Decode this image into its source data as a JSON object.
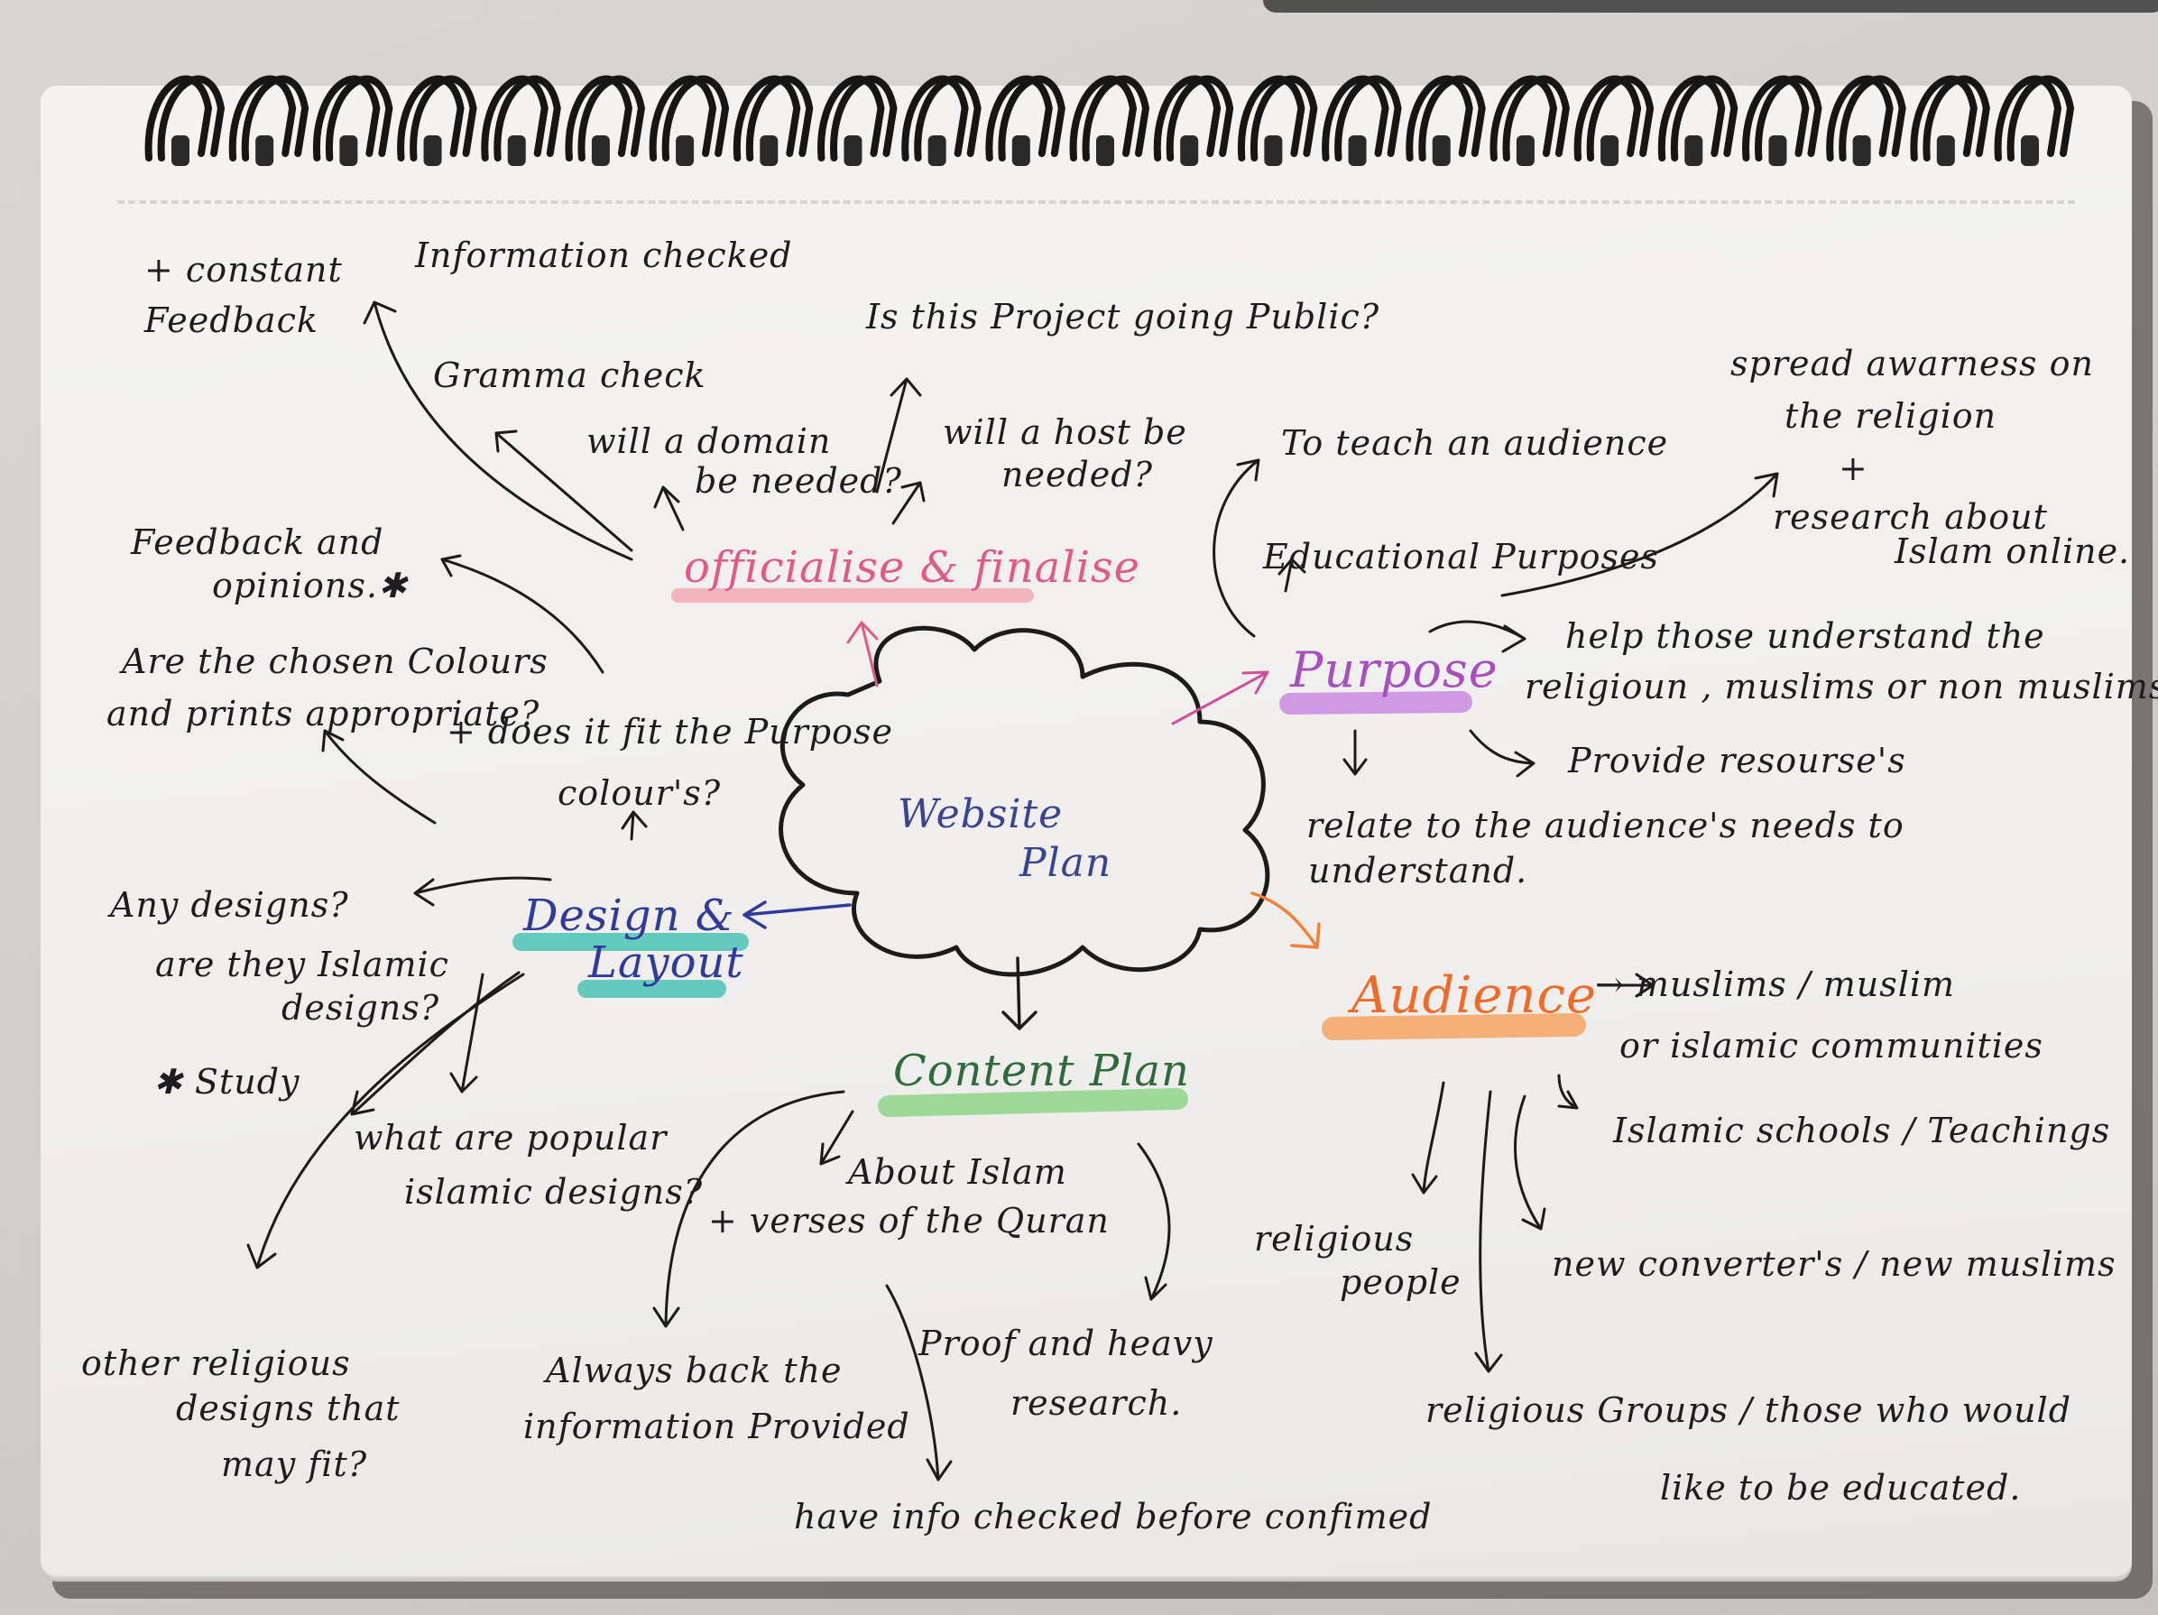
{
  "center": {
    "line1": "Website",
    "line2": "Plan"
  },
  "branches": {
    "officialise": "officialise & finalise",
    "purpose": "Purpose",
    "design_line1": "Design &",
    "design_line2": "Layout",
    "content": "Content Plan",
    "audience": "Audience"
  },
  "officialise_notes": {
    "info_checked": "Information checked",
    "constant_line1": "+ constant",
    "constant_line2": "Feedback",
    "gramma": "Gramma check",
    "domain_line1": "will a domain",
    "domain_line2": "be needed?",
    "public": "Is this Project going Public?",
    "host_line1": "will a host be",
    "host_line2": "needed?",
    "feedback_line1": "Feedback and",
    "feedback_line2": "opinions.✱"
  },
  "purpose_notes": {
    "teach": "To teach an audience",
    "educational": "Educational Purposes",
    "spread_line1": "spread awarness on",
    "spread_line2": "the religion",
    "plus": "+",
    "research_line1": "research about",
    "research_line2": "Islam online.",
    "help_line1": "help those understand the",
    "help_line2": "religioun , muslims or non muslims",
    "provide": "Provide resourse's",
    "relate_line1": "relate to the audience's needs to",
    "relate_line2": "understand."
  },
  "design_notes": {
    "colours_q_line1": "Are the chosen Colours",
    "colours_q_line2": "and prints appropriate?",
    "fit_purpose": "+ does it fit the Purpose",
    "colours": "colour's?",
    "any_designs_line1": "Any designs?",
    "any_designs_line2": "are they Islamic",
    "any_designs_line3": "designs?",
    "study": "✱ Study",
    "popular_line1": "what are popular",
    "popular_line2": "islamic designs?",
    "other_line1": "other religious",
    "other_line2": "designs that",
    "other_line3": "may fit?"
  },
  "content_notes": {
    "about_line1": "About Islam",
    "about_line2": "+ verses of the Quran",
    "always_line1": "Always back the",
    "always_line2": "information Provided",
    "proof_line1": "Proof and heavy",
    "proof_line2": "research.",
    "checked": "have info checked before confimed"
  },
  "audience_notes": {
    "muslims_line1": "→ muslims / muslim",
    "muslims_line2": "or islamic communities",
    "schools": "Islamic schools / Teachings",
    "religious_line1": "religious",
    "religious_line2": "people",
    "converters": "new converter's / new muslims",
    "groups_line1": "religious Groups / those who would",
    "groups_line2": "like to be educated."
  },
  "colors": {
    "officialise": "#e05a8a",
    "purpose": "#b45fcc",
    "design": "#2f3a9a",
    "design_highlight": "#4cc3b5",
    "content": "#2f6b3a",
    "content_highlight": "#8fd38a",
    "audience": "#f2803a",
    "ink": "#1d1d1f"
  }
}
